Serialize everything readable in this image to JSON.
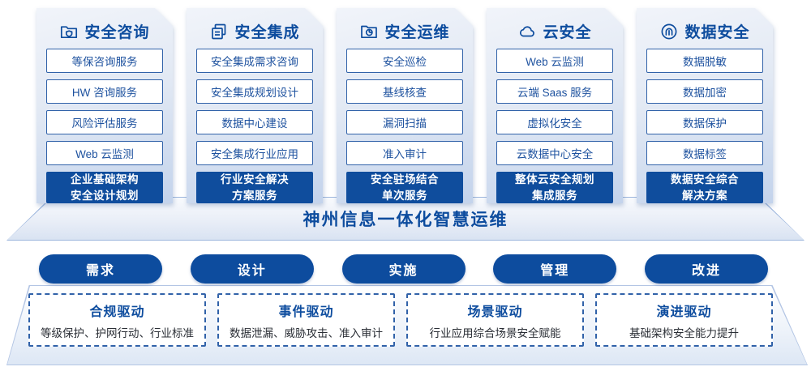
{
  "colors": {
    "primary_blue": "#0D4C9E",
    "footer_block_blue": "#0F4D9D",
    "item_border_blue": "#3162A9",
    "item_text_blue": "#1E529F",
    "column_bg_top": "#F1F4FA",
    "column_bg_bottom": "#C3D3EC",
    "panel_border": "#B3C5E4",
    "driver_desc_text": "#2B2F36",
    "white": "#FFFFFF"
  },
  "columns": [
    {
      "title": "安全咨询",
      "icon": "folder-shield-icon",
      "items": [
        "等保咨询服务",
        "HW 咨询服务",
        "风险评估服务",
        "Web 云监测"
      ],
      "footer_line1": "企业基础架构",
      "footer_line2": "安全设计规划"
    },
    {
      "title": "安全集成",
      "icon": "stacked-docs-icon",
      "items": [
        "安全集成需求咨询",
        "安全集成规划设计",
        "数据中心建设",
        "安全集成行业应用"
      ],
      "footer_line1": "行业安全解决",
      "footer_line2": "方案服务"
    },
    {
      "title": "安全运维",
      "icon": "folder-pie-icon",
      "items": [
        "安全巡检",
        "基线核查",
        "漏洞扫描",
        "准入审计"
      ],
      "footer_line1": "安全驻场结合",
      "footer_line2": "单次服务"
    },
    {
      "title": "云安全",
      "icon": "cloud-icon",
      "items": [
        "Web 云监测",
        "云端 Saas 服务",
        "虚拟化安全",
        "云数据中心安全"
      ],
      "footer_line1": "整体云安全规划",
      "footer_line2": "集成服务"
    },
    {
      "title": "数据安全",
      "icon": "fingerprint-icon",
      "items": [
        "数据脱敏",
        "数据加密",
        "数据保护",
        "数据标签"
      ],
      "footer_line1": "数据安全综合",
      "footer_line2": "解决方案"
    }
  ],
  "banner": {
    "title": "神州信息一体化智慧运维"
  },
  "process_steps": [
    {
      "label": "需求"
    },
    {
      "label": "设计"
    },
    {
      "label": "实施"
    },
    {
      "label": "管理"
    },
    {
      "label": "改进"
    }
  ],
  "drivers": [
    {
      "title": "合规驱动",
      "desc": "等级保护、护网行动、行业标准"
    },
    {
      "title": "事件驱动",
      "desc": "数据泄漏、威胁攻击、准入审计"
    },
    {
      "title": "场景驱动",
      "desc": "行业应用综合场景安全赋能"
    },
    {
      "title": "演进驱动",
      "desc": "基础架构安全能力提升"
    }
  ]
}
